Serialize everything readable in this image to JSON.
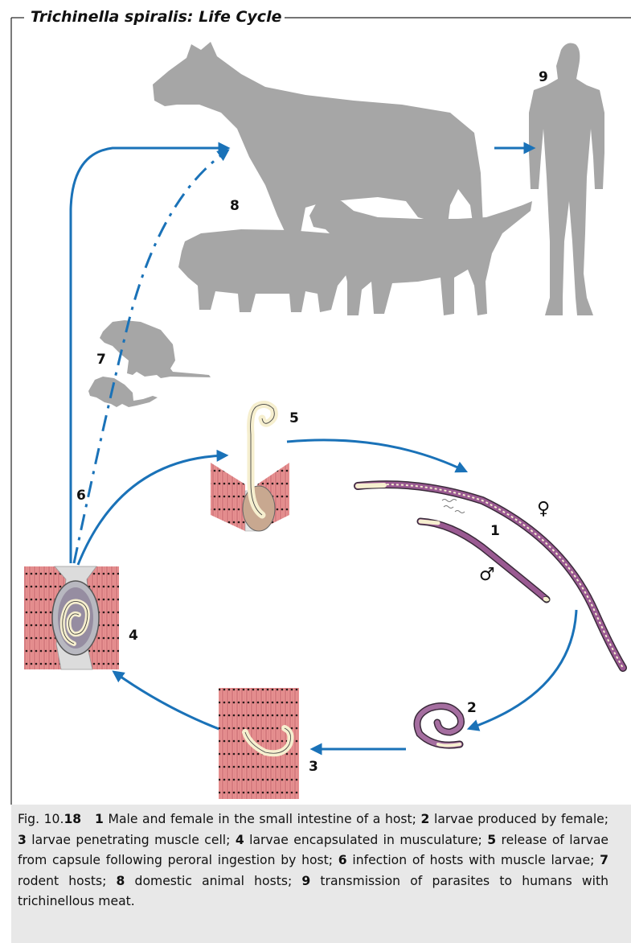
{
  "figure": {
    "title": "Trichinella spiralis: Life Cycle",
    "labels": {
      "n1": "1",
      "n2": "2",
      "n3": "3",
      "n4": "4",
      "n5": "5",
      "n6": "6",
      "n7": "7",
      "n8": "8",
      "n9": "9",
      "female": "♀",
      "male": "♂"
    },
    "caption": [
      {
        "t": "Fig. 10.",
        "b": false
      },
      {
        "t": "18",
        "b": true
      },
      {
        "t": "   ",
        "b": false
      },
      {
        "t": "1",
        "b": true
      },
      {
        "t": " Male and female in the small intestine of a host; ",
        "b": false
      },
      {
        "t": "2",
        "b": true
      },
      {
        "t": " larvae produced by female; ",
        "b": false
      },
      {
        "t": "3",
        "b": true
      },
      {
        "t": " larvae penetrating muscle cell; ",
        "b": false
      },
      {
        "t": "4",
        "b": true
      },
      {
        "t": " larvae encapsulated in musculature; ",
        "b": false
      },
      {
        "t": "5",
        "b": true
      },
      {
        "t": " release of larvae from capsule following peroral ingestion by host; ",
        "b": false
      },
      {
        "t": "6",
        "b": true
      },
      {
        "t": " infection of hosts with muscle larvae; ",
        "b": false
      },
      {
        "t": "7",
        "b": true
      },
      {
        "t": " rodent hosts; ",
        "b": false
      },
      {
        "t": "8",
        "b": true
      },
      {
        "t": " domestic animal hosts; ",
        "b": false
      },
      {
        "t": "9",
        "b": true
      },
      {
        "t": " transmission of parasites to humans with trichinellous meat.",
        "b": false
      }
    ]
  },
  "colors": {
    "arrow": "#1a72b8",
    "silhouette": "#a5a5a5",
    "muscle": "#e48a8a",
    "muscle_dark": "#c05060",
    "larva": "#f6efcf",
    "worm": "#8d4f86",
    "capsule": "#c8c8c8"
  }
}
